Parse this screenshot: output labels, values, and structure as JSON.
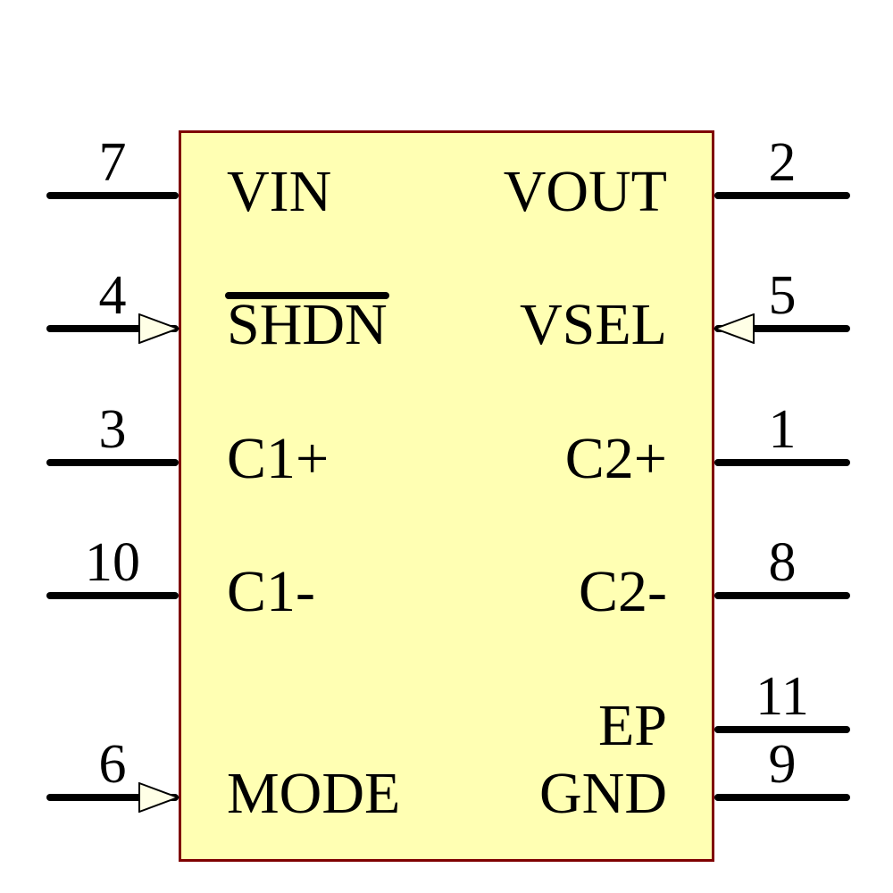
{
  "colors": {
    "body_fill": "#FFFFB3",
    "body_border": "#7F0000",
    "line": "#000000",
    "arrow_fill": "#FFFFE6"
  },
  "symbol": {
    "pins": {
      "left": [
        {
          "number": "7",
          "label": "VIN",
          "arrow": false,
          "overline": false
        },
        {
          "number": "4",
          "label": "SHDN",
          "arrow": true,
          "overline": true
        },
        {
          "number": "3",
          "label": "C1+",
          "arrow": false,
          "overline": false
        },
        {
          "number": "10",
          "label": "C1-",
          "arrow": false,
          "overline": false
        },
        {
          "number": "6",
          "label": "MODE",
          "arrow": true,
          "overline": false
        }
      ],
      "right": [
        {
          "number": "2",
          "label": "VOUT",
          "arrow": false,
          "overline": false
        },
        {
          "number": "5",
          "label": "VSEL",
          "arrow": true,
          "overline": false
        },
        {
          "number": "1",
          "label": "C2+",
          "arrow": false,
          "overline": false
        },
        {
          "number": "8",
          "label": "C2-",
          "arrow": false,
          "overline": false
        },
        {
          "number": "11",
          "label": "EP",
          "arrow": false,
          "overline": false
        },
        {
          "number": "9",
          "label": "GND",
          "arrow": false,
          "overline": false
        }
      ]
    }
  }
}
